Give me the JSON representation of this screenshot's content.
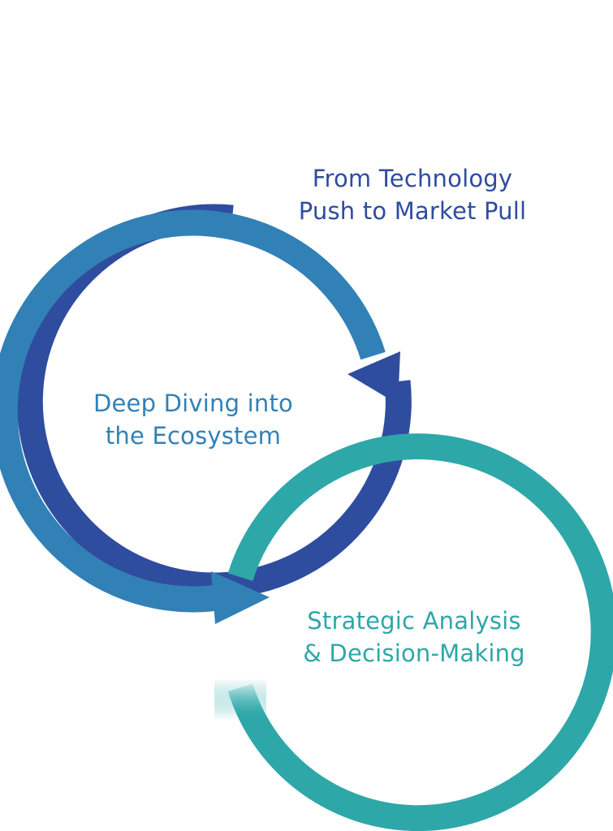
{
  "stages": [
    {
      "lines": [
        "From Technology",
        "Push to Market Pull"
      ],
      "color": "#2f4d9e"
    },
    {
      "lines": [
        "Deep Diving into",
        "the Ecosystem"
      ],
      "color": "#3181b7"
    },
    {
      "lines": [
        "Strategic Analysis",
        "& Decision-Making"
      ],
      "color": "#2ea7a8"
    }
  ]
}
